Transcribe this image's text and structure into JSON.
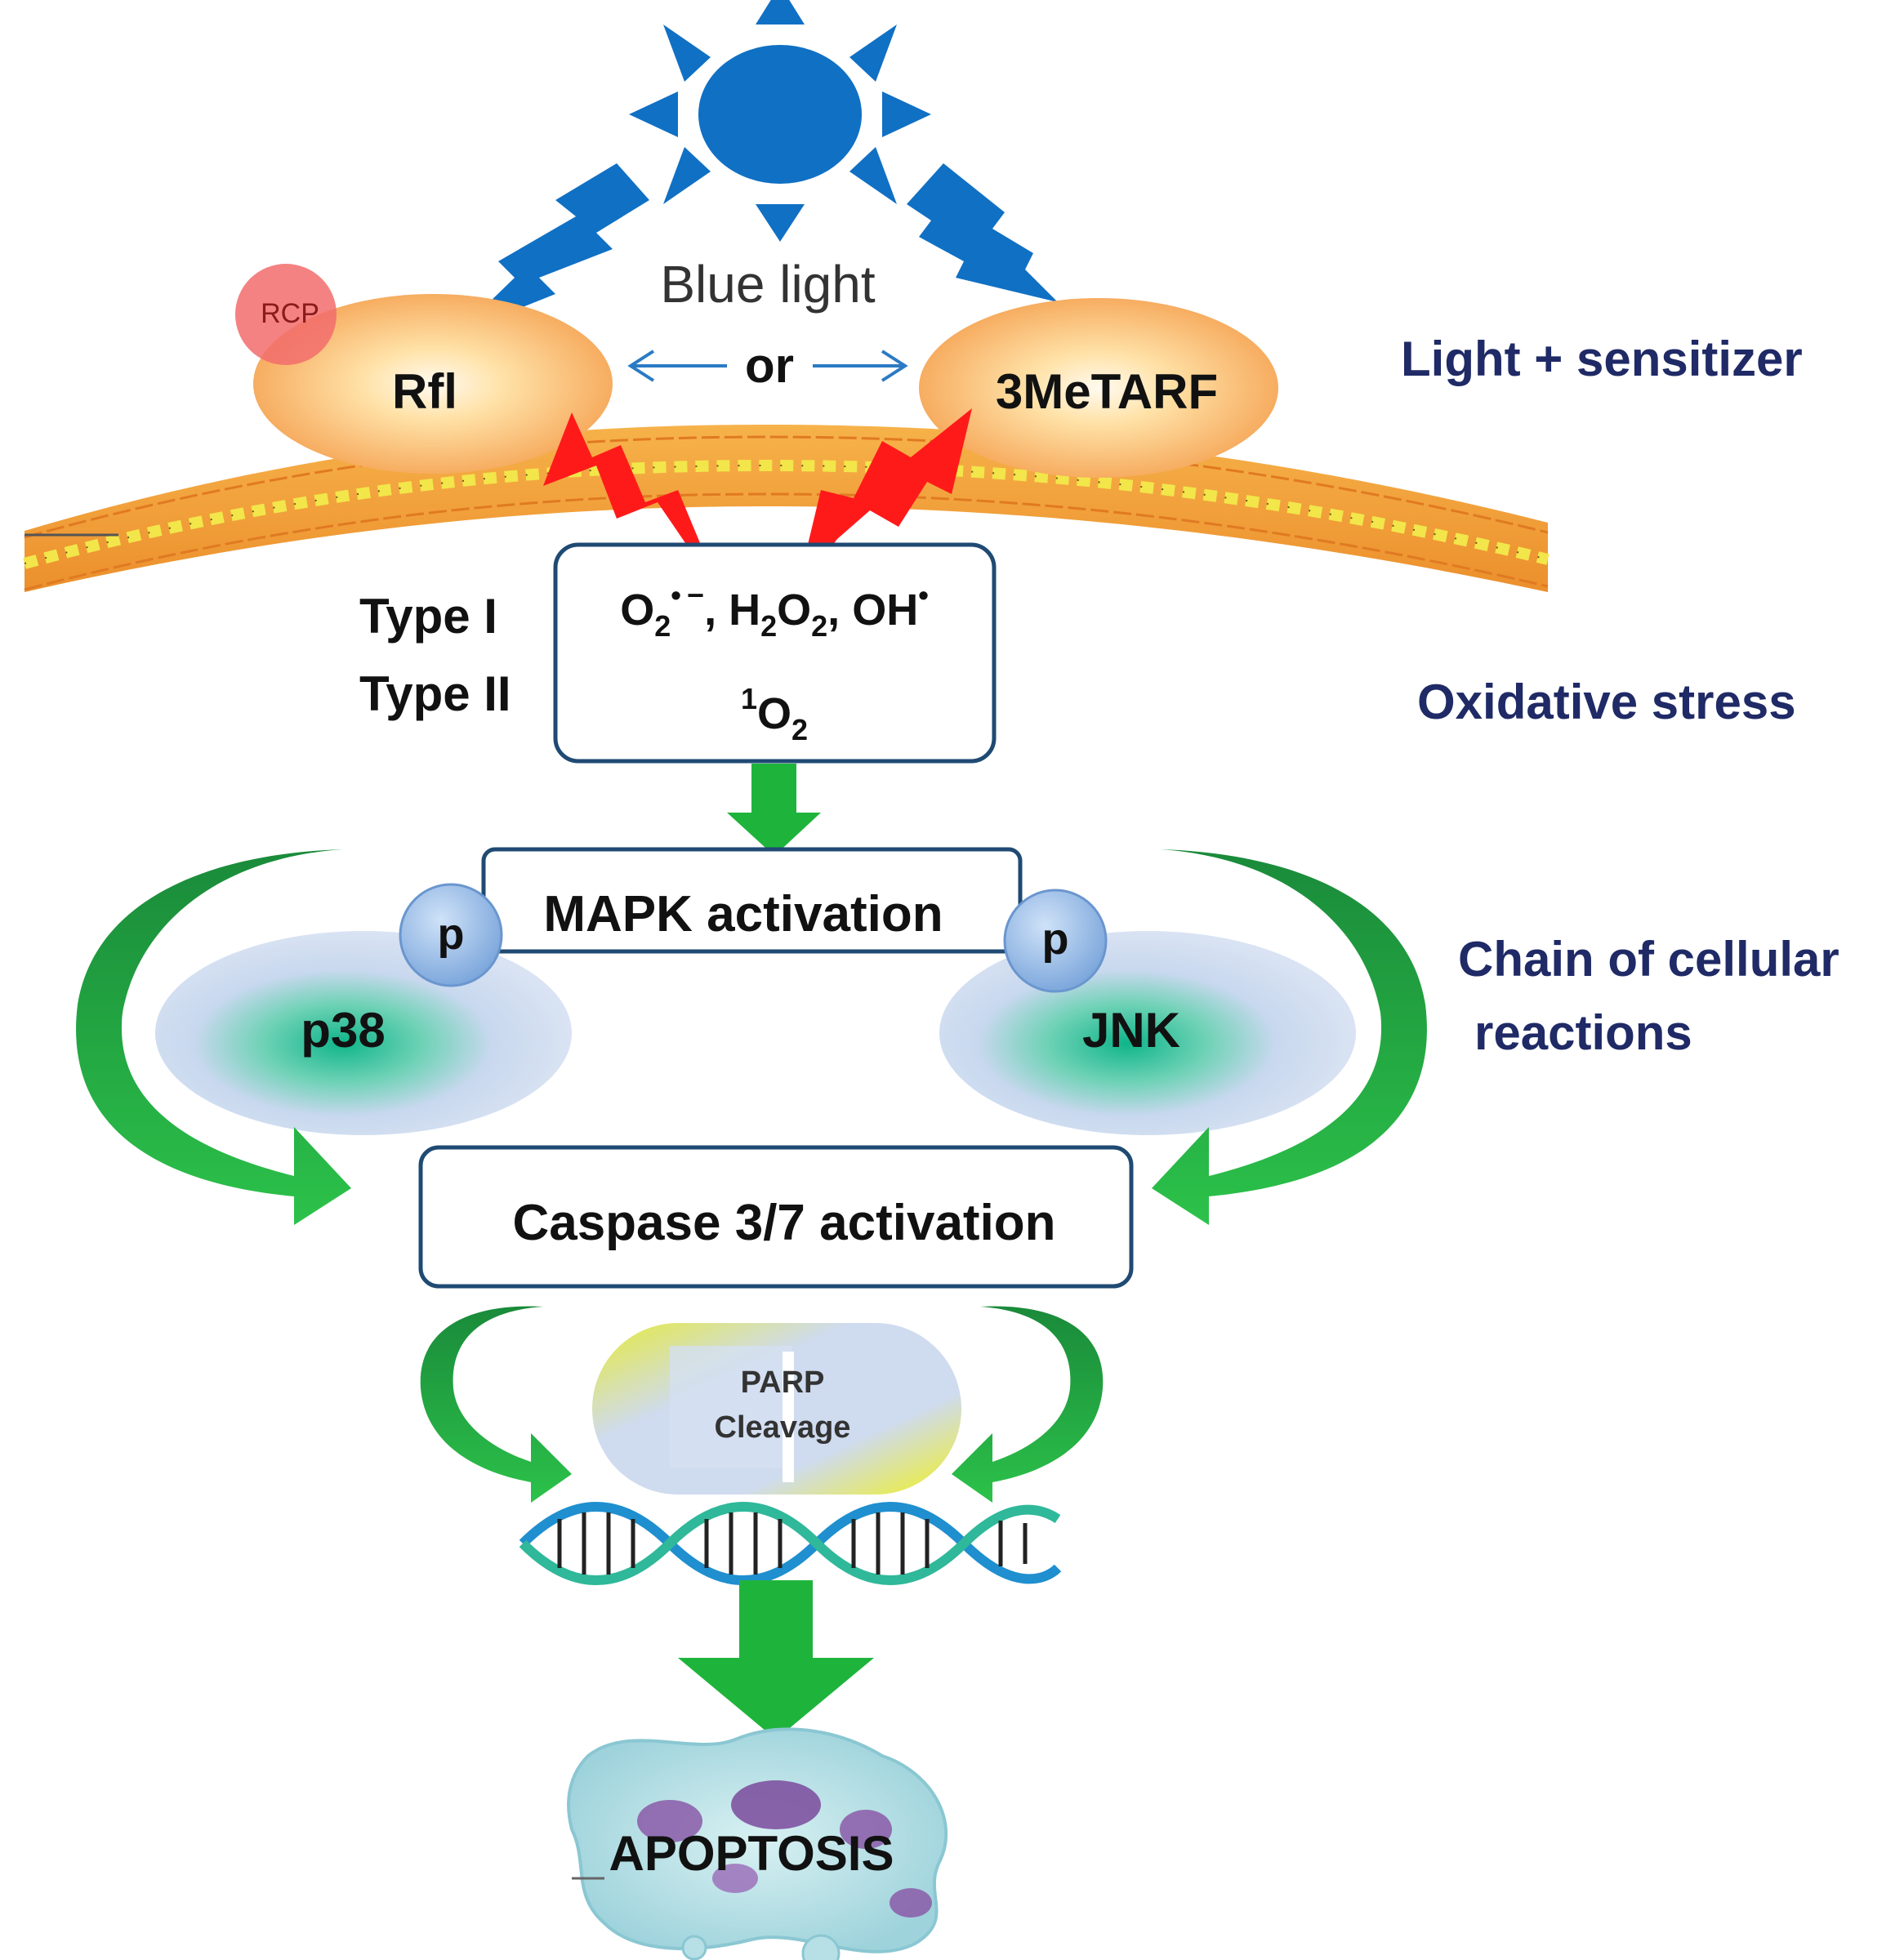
{
  "light": {
    "title": "Blue light",
    "or_label": "or"
  },
  "sensitizers": {
    "left": "Rfl",
    "left_badge": "RCP",
    "right": "3MeTARF"
  },
  "stages": {
    "light_sensitizer": "Light + sensitizer",
    "oxidative_stress": "Oxidative stress",
    "chain_line1": "Chain of cellular",
    "chain_line2": "reactions"
  },
  "ros": {
    "type1_label": "Type I",
    "type2_label": "Type II",
    "superoxide_base": "O",
    "superoxide_sub": "2",
    "superoxide_sup": "• −",
    "separator": ", ",
    "peroxide_h": "H",
    "peroxide_h_sub": "2",
    "peroxide_o": "O",
    "peroxide_o_sub": "2",
    "hydroxyl_base": "OH",
    "hydroxyl_sup": "•",
    "singlet_sup": "1",
    "singlet_base": "O",
    "singlet_sub": "2"
  },
  "mapk": {
    "label": "MAPK activation",
    "phospho": "p",
    "left_kinase": "p38",
    "right_kinase": "JNK"
  },
  "caspase": {
    "label": "Caspase 3/7 activation"
  },
  "parp": {
    "line1": "PARP",
    "line2": "Cleavage"
  },
  "outcome": {
    "label": "APOPTOSIS"
  },
  "colors": {
    "sun": "#1070c4",
    "red_bolt": "#ff1a1a",
    "green_arrow": "#1eb43c",
    "dark_green": "#1a8a3a",
    "box_border": "#1f4a73",
    "stage_text": "#1f2a66",
    "membrane": "#f2a03a",
    "kinase_glow": "#10b890"
  }
}
